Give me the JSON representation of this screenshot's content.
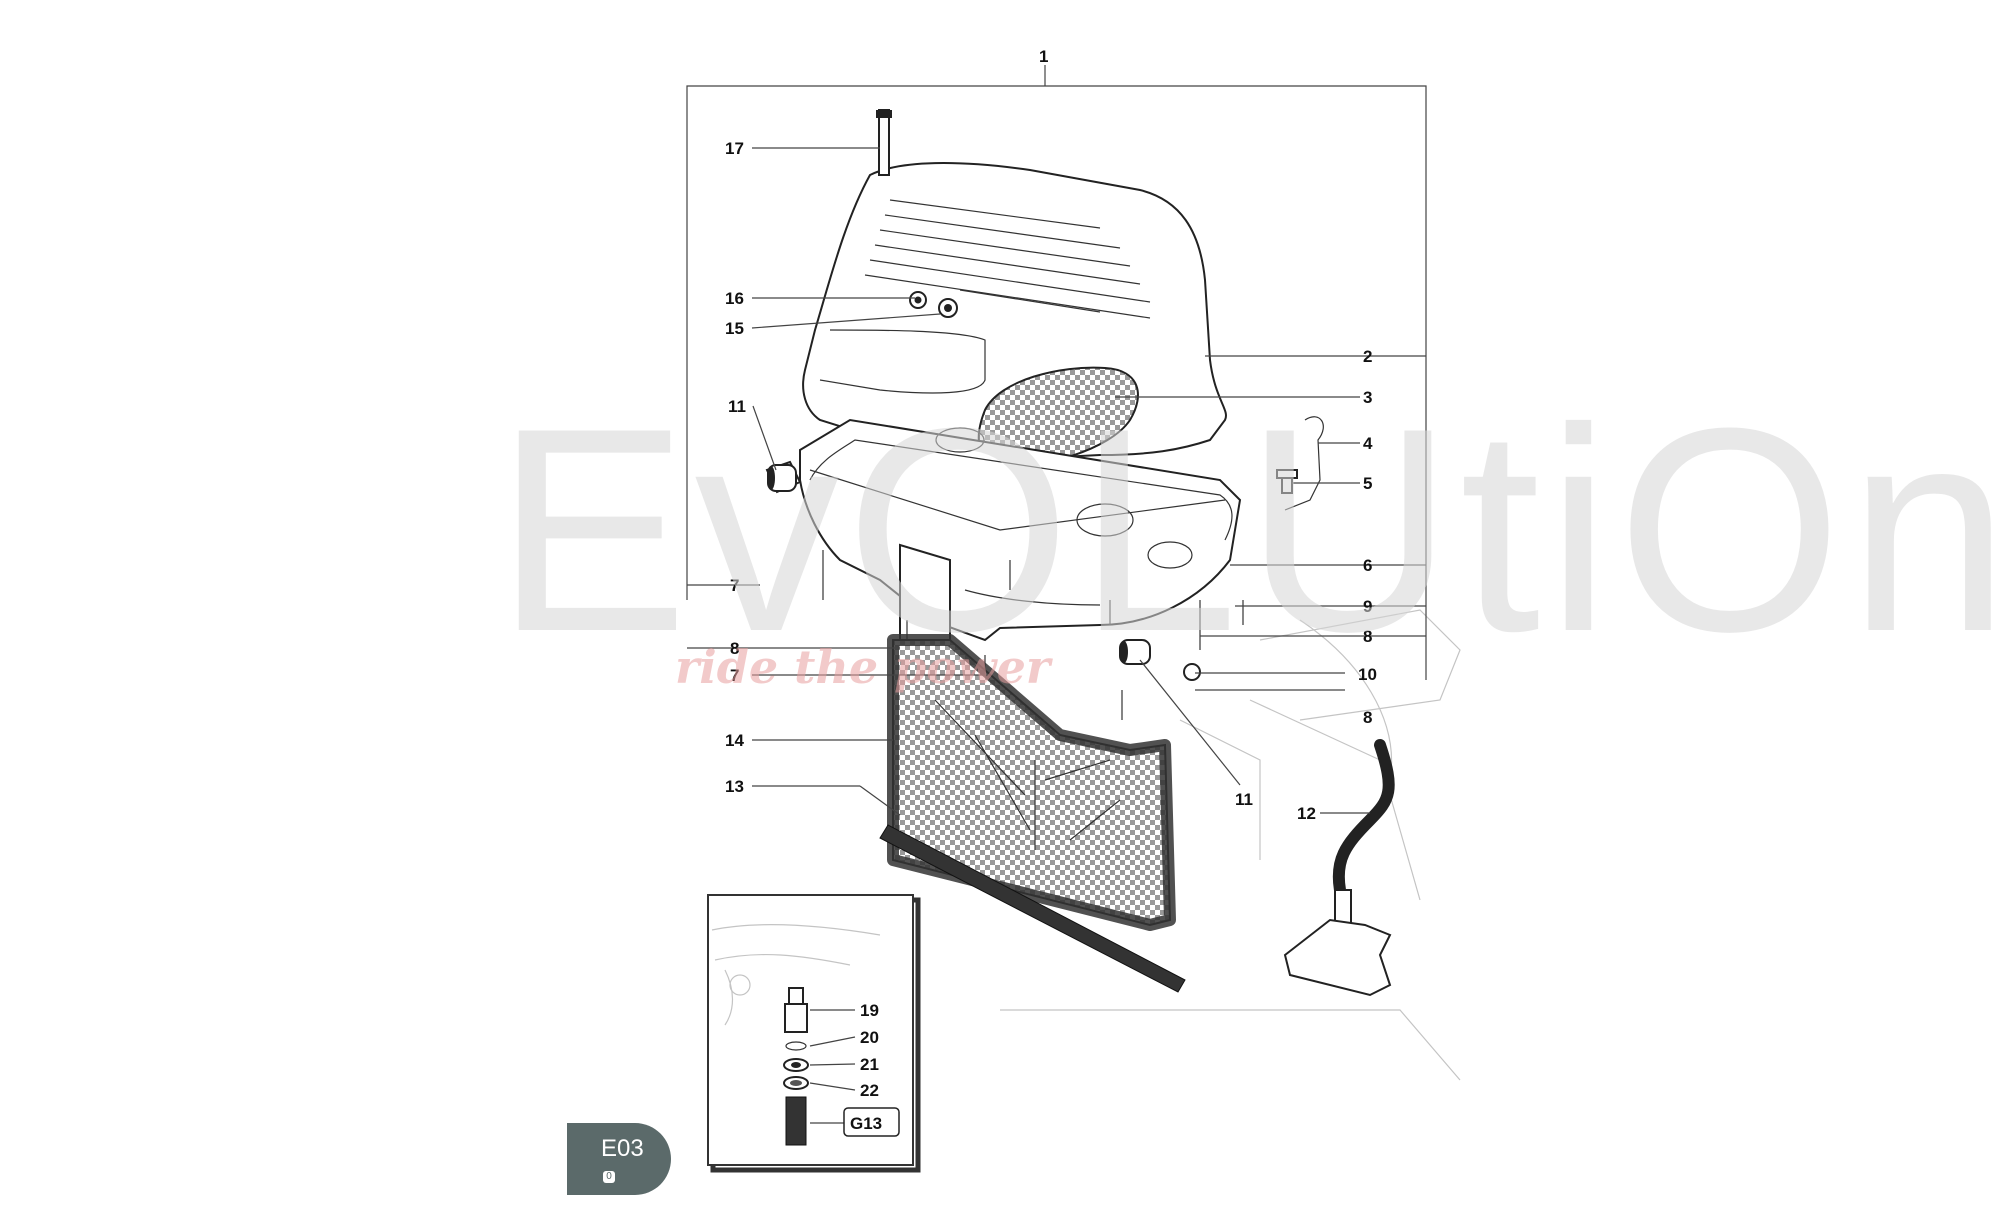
{
  "diagram": {
    "callouts": [
      "1",
      "2",
      "3",
      "4",
      "5",
      "6",
      "7",
      "7",
      "8",
      "8",
      "8",
      "9",
      "10",
      "11",
      "11",
      "12",
      "13",
      "14",
      "15",
      "16",
      "17"
    ],
    "inset_callouts": [
      "19",
      "20",
      "21",
      "22",
      "G13"
    ]
  },
  "watermark": {
    "big_text": "EvOLUtiOn BiKE",
    "tagline": "ride the power"
  },
  "badge": {
    "code": "E03",
    "revision": "0"
  },
  "colors": {
    "badge_bg": "#5b6a6a",
    "watermark_tagline": "#e9a0a0",
    "line": "#222222"
  }
}
